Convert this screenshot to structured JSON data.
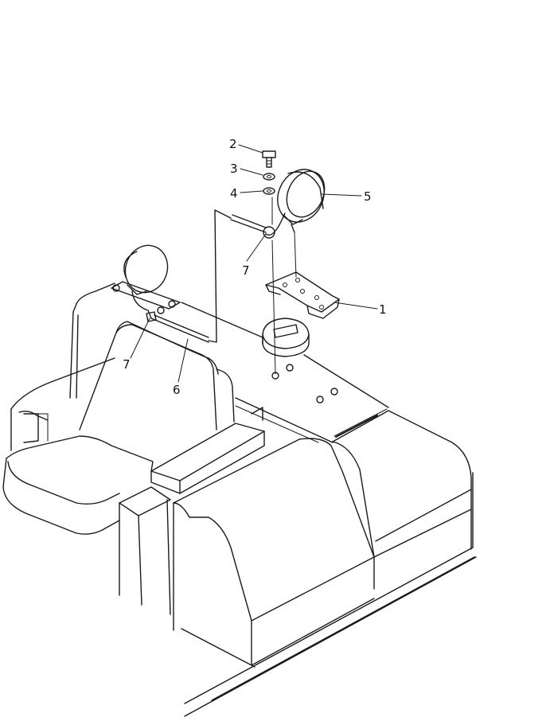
{
  "callouts": [
    {
      "id": "c1",
      "label": "1"
    },
    {
      "id": "c2",
      "label": "2"
    },
    {
      "id": "c3",
      "label": "3"
    },
    {
      "id": "c4",
      "label": "4"
    },
    {
      "id": "c5",
      "label": "5"
    },
    {
      "id": "c6",
      "label": "6"
    },
    {
      "id": "c7a",
      "label": "7"
    },
    {
      "id": "c7b",
      "label": "7"
    }
  ],
  "colors": {
    "line": "#1a1a1a",
    "background": "#ffffff"
  }
}
